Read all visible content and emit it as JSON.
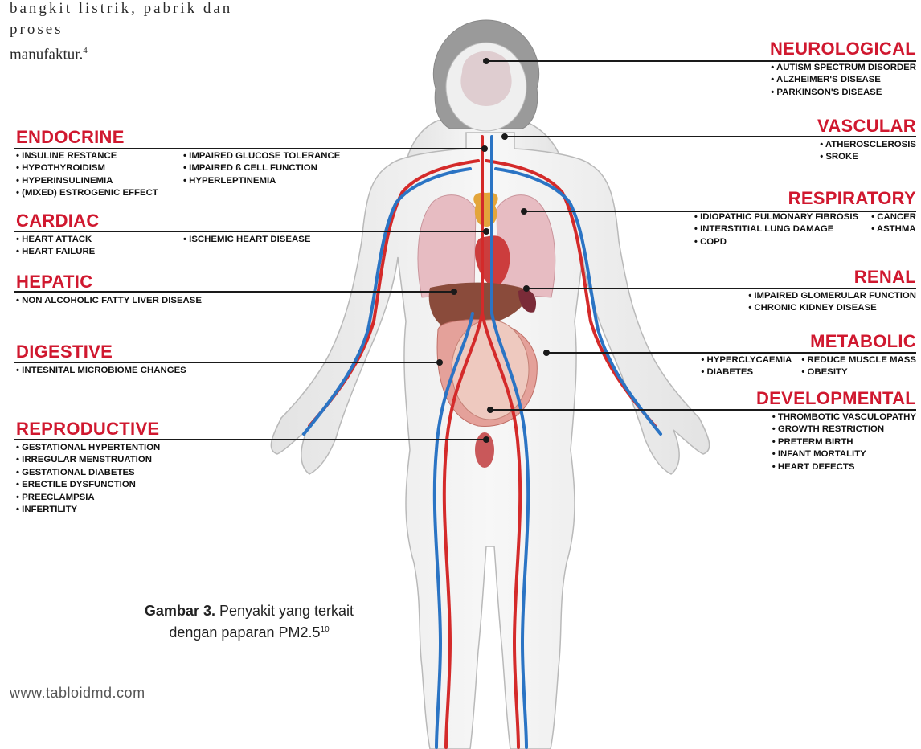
{
  "intro": {
    "line1": "bangkit listrik, pabrik dan proses",
    "line2": "manufaktur.",
    "ref": "4"
  },
  "categories": {
    "neurological": {
      "title": "NEUROLOGICAL",
      "cols": [
        [
          "• AUTISM SPECTRUM DISORDER",
          "• ALZHEIMER'S DISEASE",
          "• PARKINSON'S DISEASE"
        ]
      ]
    },
    "endocrine": {
      "title": "ENDOCRINE",
      "cols": [
        [
          "• INSULINE RESTANCE",
          "• HYPOTHYROIDISM",
          "• HYPERINSULINEMIA",
          "• (MIXED) ESTROGENIC EFFECT"
        ],
        [
          "• IMPAIRED GLUCOSE TOLERANCE",
          "• IMPAIRED ß CELL FUNCTION",
          "• HYPERLEPTINEMIA"
        ]
      ]
    },
    "vascular": {
      "title": "VASCULAR",
      "cols": [
        [
          "• ATHEROSCLEROSIS",
          "• SROKE"
        ]
      ]
    },
    "cardiac": {
      "title": "CARDIAC",
      "cols": [
        [
          "• HEART ATTACK",
          "• HEART FAILURE"
        ],
        [
          "• ISCHEMIC HEART DISEASE"
        ]
      ]
    },
    "respiratory": {
      "title": "RESPIRATORY",
      "cols": [
        [
          "• IDIOPATHIC PULMONARY FIBROSIS",
          "• INTERSTITIAL LUNG DAMAGE",
          "• COPD"
        ],
        [
          "• CANCER",
          "• ASTHMA"
        ]
      ]
    },
    "hepatic": {
      "title": "HEPATIC",
      "cols": [
        [
          "• NON ALCOHOLIC FATTY LIVER DISEASE"
        ]
      ]
    },
    "renal": {
      "title": "RENAL",
      "cols": [
        [
          "• IMPAIRED GLOMERULAR FUNCTION",
          "• CHRONIC KIDNEY DISEASE"
        ]
      ]
    },
    "digestive": {
      "title": "DIGESTIVE",
      "cols": [
        [
          "• INTESNITAL MICROBIOME CHANGES"
        ]
      ]
    },
    "metabolic": {
      "title": "METABOLIC",
      "cols": [
        [
          "• HYPERCLYCAEMIA",
          "• DIABETES"
        ],
        [
          "• REDUCE MUSCLE MASS",
          "• OBESITY"
        ]
      ]
    },
    "developmental": {
      "title": "DEVELOPMENTAL",
      "cols": [
        [
          "• THROMBOTIC VASCULOPATHY",
          "• GROWTH RESTRICTION",
          "• PRETERM BIRTH",
          "• INFANT MORTALITY",
          "• HEART DEFECTS"
        ]
      ]
    },
    "reproductive": {
      "title": "REPRODUCTIVE",
      "cols": [
        [
          "• GESTATIONAL HYPERTENTION",
          "• IRREGULAR MENSTRUATION",
          "• GESTATIONAL DIABETES",
          "• ERECTILE DYSFUNCTION",
          "• PREECLAMPSIA",
          "• INFERTILITY"
        ]
      ]
    }
  },
  "caption": {
    "label": "Gambar 3.",
    "text": " Penyakit yang terkait",
    "line2": "dengan paparan PM2.5",
    "ref": "10"
  },
  "watermark": "www.tabloidmd.com",
  "colors": {
    "accent": "#d0182f",
    "artery": "#d42a2a",
    "vein": "#2b74c4",
    "skin": "#f2f2f2"
  }
}
